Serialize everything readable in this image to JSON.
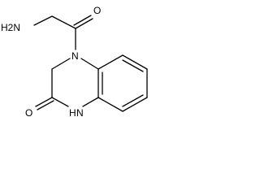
{
  "molecule": {
    "labels": {
      "amine": "H2N",
      "carbonyl_oxygen": "O",
      "ring_nitrogen": "N",
      "lactam_oxygen": "O",
      "lactam_nitrogen": "N",
      "lactam_hydrogen": "H"
    }
  }
}
